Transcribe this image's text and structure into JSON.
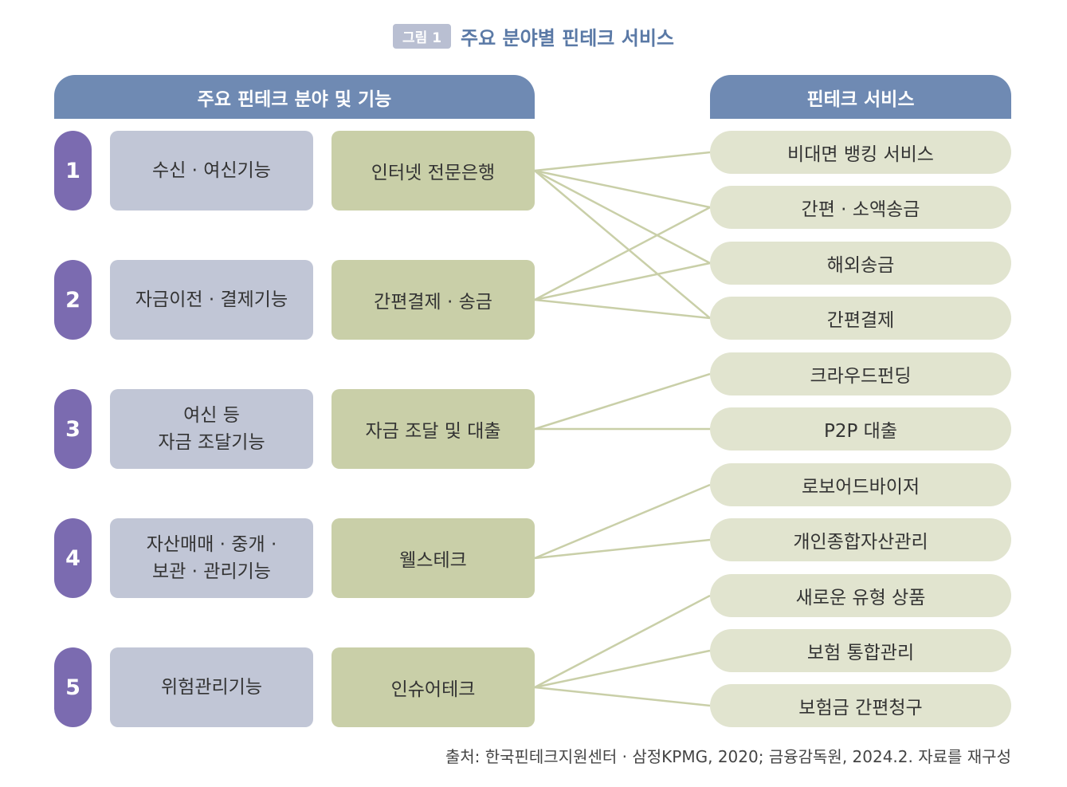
{
  "figure_label": "그림 1",
  "figure_title": "주요 분야별 핀테크 서비스",
  "left_header": "주요 핀테크 분야 및 기능",
  "right_header": "핀테크 서비스",
  "rows": [
    {
      "num": "1",
      "func": "수신 · 여신기능",
      "field": "인터넷 전문은행"
    },
    {
      "num": "2",
      "func": "자금이전 · 결제기능",
      "field": "간편결제 · 송금"
    },
    {
      "num": "3",
      "func": "여신 등\n자금 조달기능",
      "field": "자금 조달 및 대출"
    },
    {
      "num": "4",
      "func": "자산매매 · 중개 ·\n보관 · 관리기능",
      "field": "웰스테크"
    },
    {
      "num": "5",
      "func": "위험관리기능",
      "field": "인슈어테크"
    }
  ],
  "services": [
    "비대면 뱅킹 서비스",
    "간편 · 소액송금",
    "해외송금",
    "간편결제",
    "크라우드펀딩",
    "P2P 대출",
    "로보어드바이저",
    "개인종합자산관리",
    "새로운 유형 상품",
    "보험 통합관리",
    "보험금 간편청구"
  ],
  "connections": [
    [
      0,
      0
    ],
    [
      0,
      1
    ],
    [
      0,
      2
    ],
    [
      0,
      3
    ],
    [
      1,
      1
    ],
    [
      1,
      2
    ],
    [
      1,
      3
    ],
    [
      2,
      4
    ],
    [
      2,
      5
    ],
    [
      3,
      6
    ],
    [
      3,
      7
    ],
    [
      4,
      8
    ],
    [
      4,
      9
    ],
    [
      4,
      10
    ]
  ],
  "colors": {
    "header": "#6f8ab3",
    "number_badge": "#7b6bb0",
    "function_box": "#c1c6d6",
    "field_box": "#c9cfa8",
    "service_pill": "#e1e4cf",
    "connector": "#c9cfa8",
    "title": "#5a79a6"
  },
  "source": "출처: 한국핀테크지원센터 · 삼정KPMG, 2020; 금융감독원, 2024.2. 자료를 재구성"
}
